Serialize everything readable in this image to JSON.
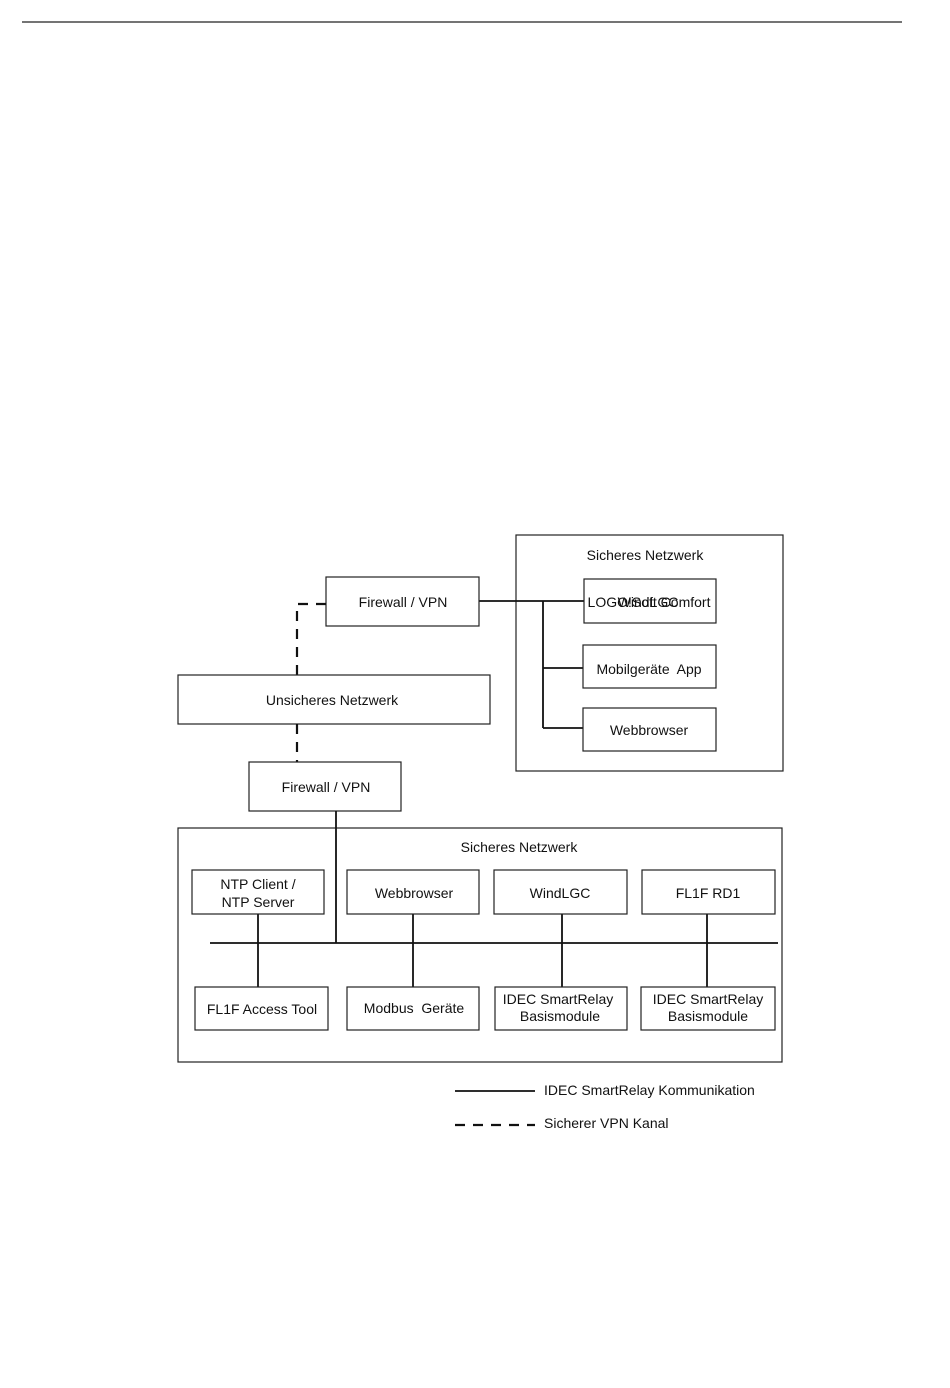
{
  "zones": {
    "right_secure": "Sicheres Netzwerk",
    "bottom_secure": "Sicheres Netzwerk"
  },
  "nodes": {
    "firewall_top": "Firewall / VPN",
    "logo_soft_overlap_a": "LOGO!Soft Comfort",
    "logo_soft_overlap_b": "WindLGC",
    "mobile_app": "Mobilgeräte  App",
    "webbrowser_right": "Webbrowser",
    "unsafe_network": "Unsicheres Netzwerk",
    "firewall_bottom": "Firewall / VPN",
    "ntp_line1": "NTP Client /",
    "ntp_line2": "NTP Server",
    "webbrowser_bottom": "Webbrowser",
    "windlgc": "WindLGC",
    "fl1f_rd1": "FL1F RD1",
    "fl1f_access": "FL1F Access Tool",
    "modbus": "Modbus  Geräte",
    "idec1_line1": "IDEC SmartRelay",
    "idec1_line2": "Basismodule",
    "idec2_line1": "IDEC SmartRelay",
    "idec2_line2": "Basismodule"
  },
  "legend": {
    "solid": "IDEC SmartRelay Kommunikation",
    "dashed": "Sicherer VPN Kanal"
  }
}
